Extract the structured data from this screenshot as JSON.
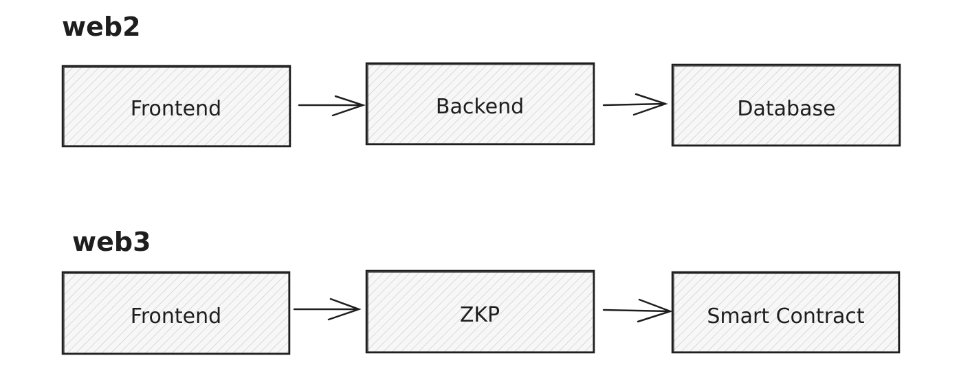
{
  "sections": [
    {
      "title": "web2",
      "nodes": [
        "Frontend",
        "Backend",
        "Database"
      ]
    },
    {
      "title": "web3",
      "nodes": [
        "Frontend",
        "ZKP",
        "Smart Contract"
      ]
    }
  ],
  "colors": {
    "stroke": "#1e1e1e",
    "hatch": "#c8c8c8",
    "fill": "#f6f6f6"
  }
}
